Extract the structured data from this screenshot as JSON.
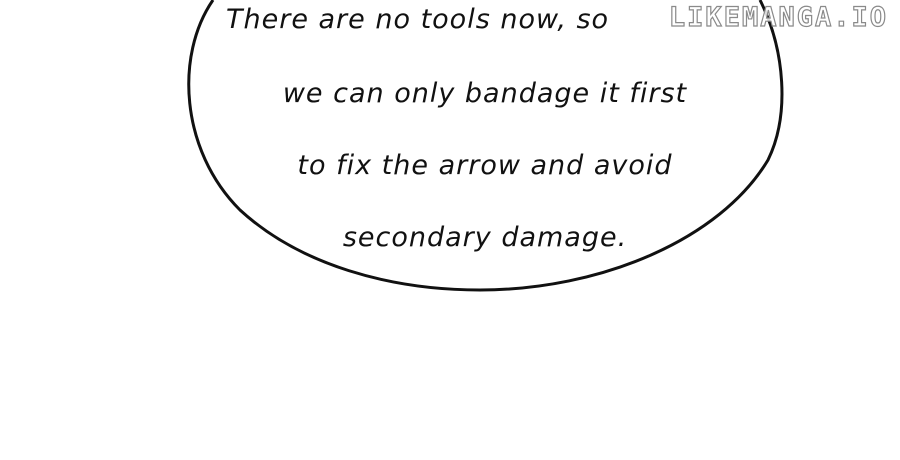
{
  "speech_bubble": {
    "lines": [
      "There are no tools now, so",
      "we can only bandage it first",
      "to fix the arrow and avoid",
      "secondary damage."
    ]
  },
  "watermark": {
    "text": "LIKEMANGA.IO"
  },
  "colors": {
    "background": "#ffffff",
    "ink": "#111111",
    "watermark_outline": "#8a8a8a"
  }
}
